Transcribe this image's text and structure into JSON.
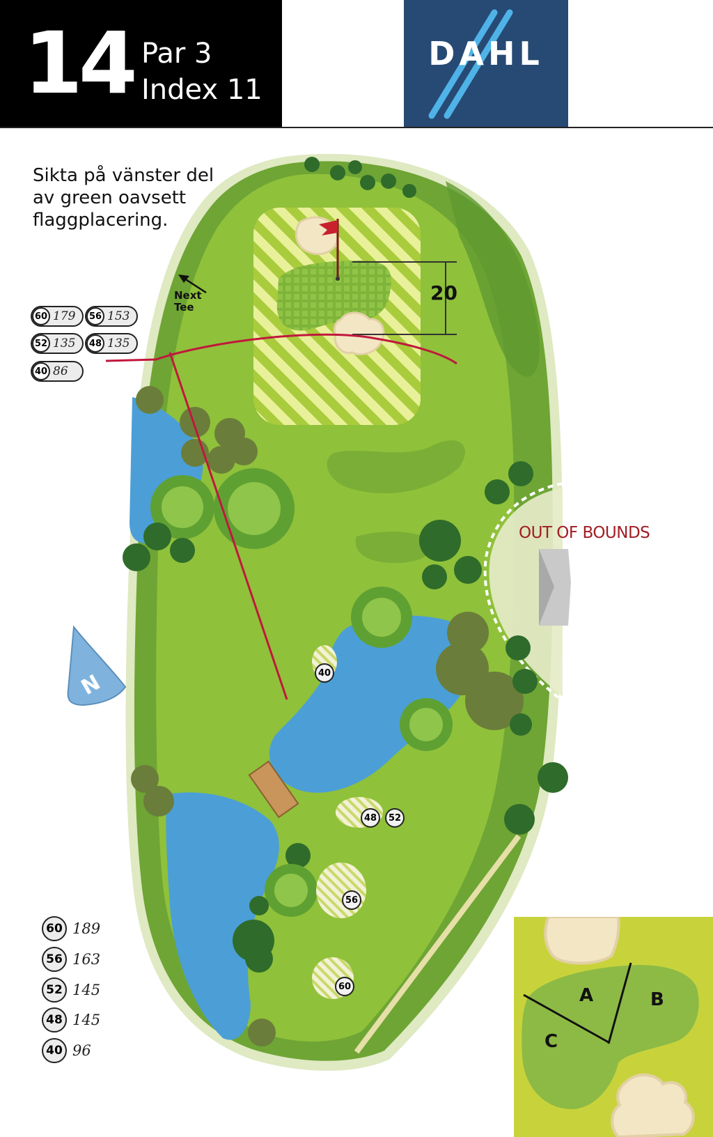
{
  "header": {
    "hole_number": "14",
    "par": "Par 3",
    "index": "Index 11",
    "logo": "DAHL"
  },
  "instruction": {
    "lines": [
      "Sikta på vänster del",
      "av green oavsett",
      "flaggplacering."
    ]
  },
  "green_distances": [
    {
      "tee": "60",
      "distance": "179"
    },
    {
      "tee": "56",
      "distance": "153"
    },
    {
      "tee": "52",
      "distance": "135"
    },
    {
      "tee": "48",
      "distance": "135"
    },
    {
      "tee": "40",
      "distance": "86"
    }
  ],
  "next_tee": {
    "line1": "Next",
    "line2": "Tee"
  },
  "green_depth": "20",
  "out_of_bounds": "OUT OF BOUNDS",
  "compass": "N",
  "tee_markers": [
    "40",
    "48",
    "52",
    "56",
    "60"
  ],
  "hole_lengths": [
    {
      "tee": "60",
      "distance": "189"
    },
    {
      "tee": "56",
      "distance": "163"
    },
    {
      "tee": "52",
      "distance": "145"
    },
    {
      "tee": "48",
      "distance": "145"
    },
    {
      "tee": "40",
      "distance": "96"
    }
  ],
  "green_zones": [
    "A",
    "B",
    "C"
  ],
  "colors": {
    "header_black": "#000000",
    "logo_blue": "#264a74",
    "logo_stripe": "#4fb3e8",
    "fairway": "#8fc13a",
    "rough": "#6ea535",
    "water": "#4b9fd6",
    "sand": "#f3e6c4",
    "line_red": "#c0183d",
    "oob_text": "#a11d24",
    "inset_bg": "#c8d33c"
  }
}
